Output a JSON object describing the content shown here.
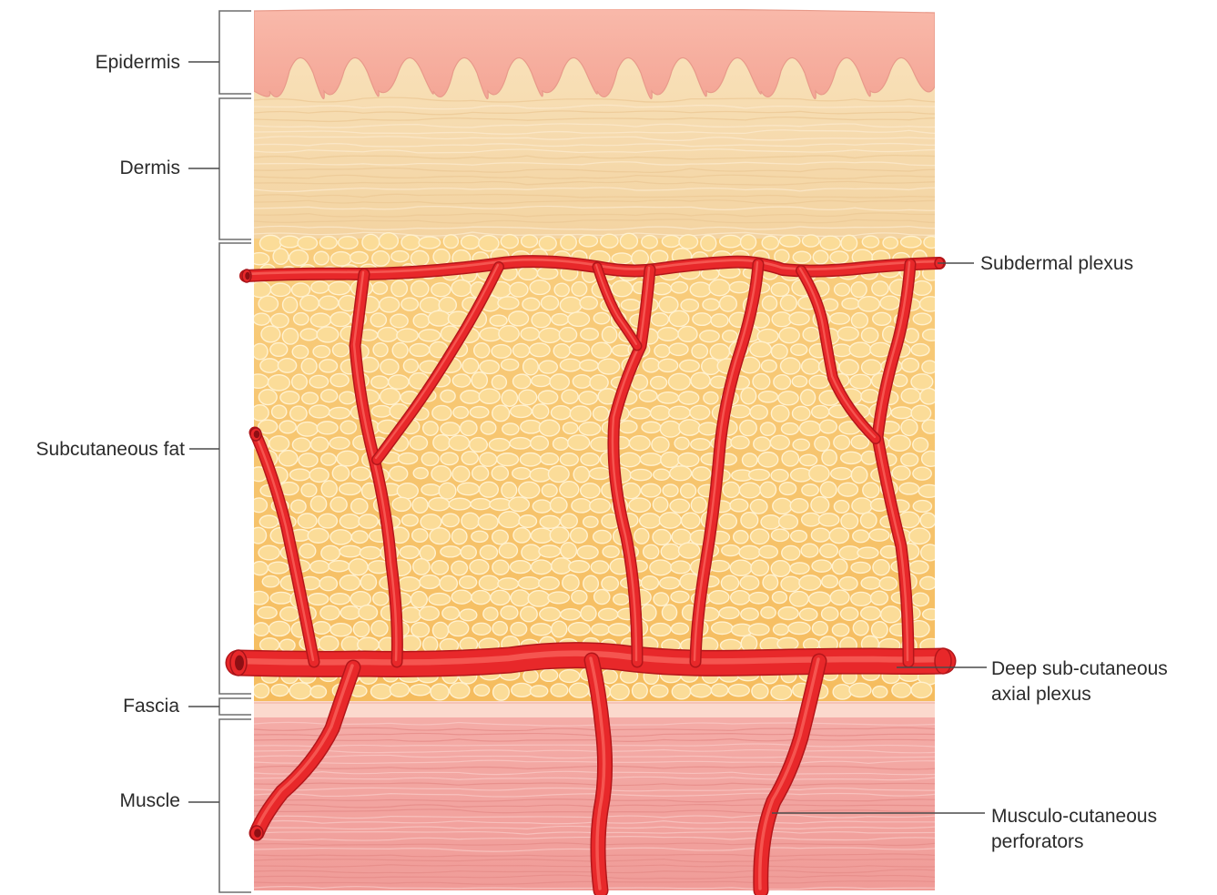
{
  "layers": [
    {
      "id": "epidermis",
      "label": "Epidermis"
    },
    {
      "id": "dermis",
      "label": "Dermis"
    },
    {
      "id": "subcutaneous-fat",
      "label": "Subcutaneous fat"
    },
    {
      "id": "fascia",
      "label": "Fascia"
    },
    {
      "id": "muscle",
      "label": "Muscle"
    }
  ],
  "vascular_labels": {
    "subdermal": "Subdermal plexus",
    "deep_line1": "Deep sub-cutaneous",
    "deep_line2": "axial plexus",
    "perforators_line1": "Musculo-cutaneous",
    "perforators_line2": "perforators"
  },
  "colors": {
    "epidermis": "#f7b7a6",
    "dermis": "#f6dcb0",
    "fat": "#f7c66b",
    "fat_cells": "#fde7b0",
    "fascia": "#fbd8cc",
    "muscle": "#f2a8a4",
    "vessel": "#e8282a"
  }
}
